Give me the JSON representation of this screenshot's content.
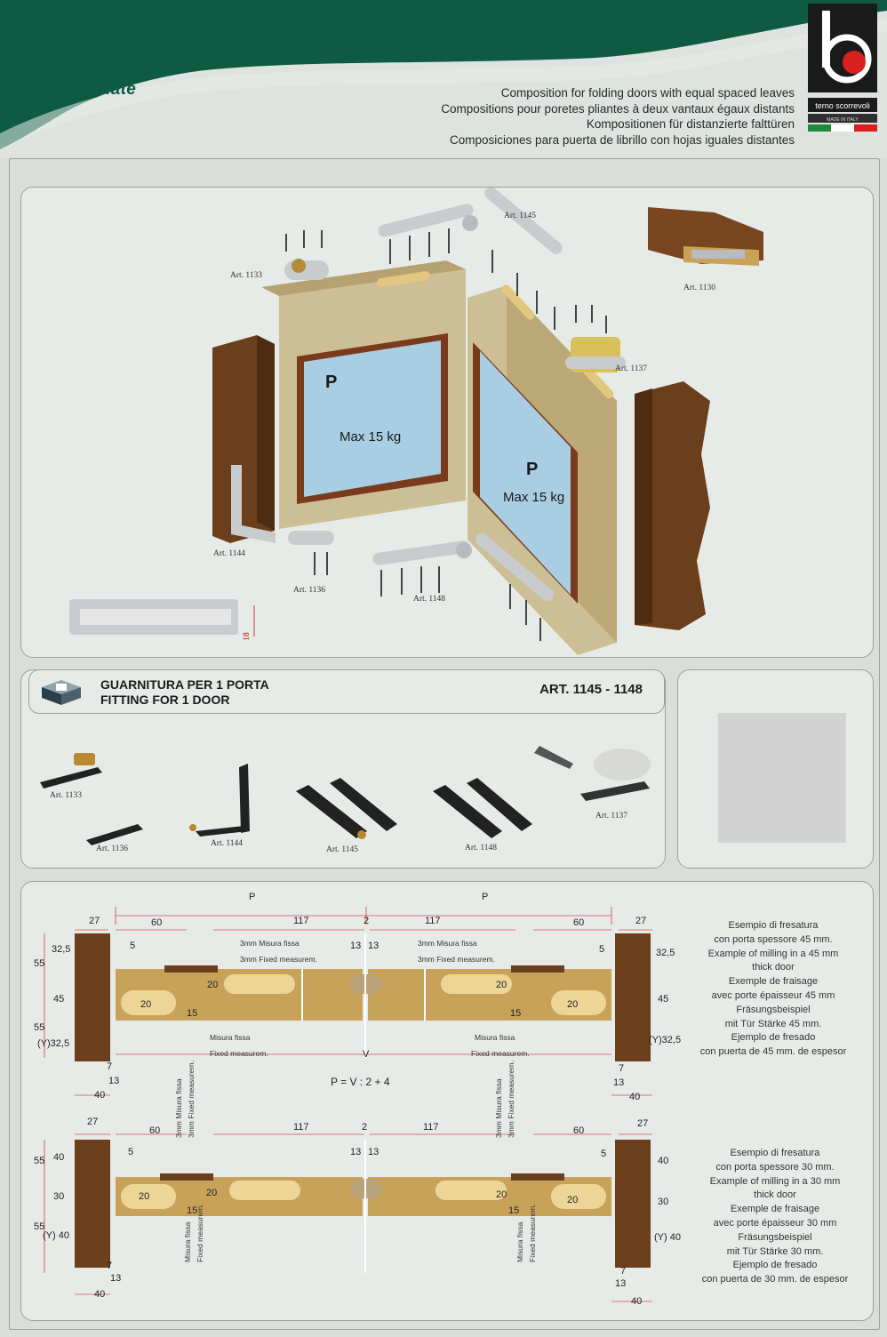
{
  "header": {
    "title_it": "Composizioni per porta\na libro con ante\npari distanziate",
    "subtitles": [
      "Composition for folding doors with equal spaced leaves",
      "Compositions pour poretes pliantes à deux vantaux égaux distants",
      "Kompositionen für distanzierte falttüren",
      "Composiciones para puerta de librillo con hojas iguales distantes"
    ],
    "brand": "terno scorrevoli",
    "made_in": "MADE IN ITALY"
  },
  "colors": {
    "green": "#0e5a43",
    "wood": "#6b3f1c",
    "wood_light": "#c9a25a",
    "panel": "#e7ebe8"
  },
  "exploded": {
    "art_labels": {
      "a1145": "Art. 1145",
      "a1133": "Art. 1133",
      "a1130": "Art. 1130",
      "a1137": "Art. 1137",
      "a1144": "Art. 1144",
      "a1136": "Art. 1136",
      "a1148": "Art. 1148"
    },
    "leaf_left": {
      "p": "P",
      "max": "Max 15 kg"
    },
    "leaf_right": {
      "p": "P",
      "max": "Max 15 kg"
    },
    "rail_dim": "18"
  },
  "fitting": {
    "title_it": "GUARNITURA PER 1 PORTA",
    "title_en": "FITTING FOR 1 DOOR",
    "art": "ART. 1145 - 1148",
    "items": {
      "a1133": "Art. 1133",
      "a1136": "Art. 1136",
      "a1144": "Art. 1144",
      "a1145": "Art. 1145",
      "a1148": "Art. 1148",
      "a1137": "Art. 1137"
    }
  },
  "diagram45": {
    "p_left": "P",
    "p_right": "P",
    "d27": "27",
    "d60": "60",
    "d117": "117",
    "d2": "2",
    "d5": "5",
    "d13": "13",
    "d20": "20",
    "d15": "15",
    "d7": "7",
    "d40": "40",
    "d55": "55",
    "d325": "32,5",
    "d45": "45",
    "dy325": "(Y)32,5",
    "misura": "3mm Misura fissa",
    "fixed": "3mm Fixed measurem.",
    "misura2": "Misura fissa",
    "fixed2": "Fixed measurem.",
    "v": "V",
    "formula": "P = V : 2 + 4",
    "note": [
      "Esempio di fresatura",
      "con porta spessore 45 mm.",
      "Example of milling in a 45 mm",
      "thick door",
      "Exemple de fraisage",
      "avec porte épaisseur 45 mm",
      "Fräsungsbeispiel",
      "mit Tür Stärke 45 mm.",
      "Ejemplo de fresado",
      "con puerta de 45 mm. de espesor"
    ]
  },
  "diagram30": {
    "d27": "27",
    "d60": "60",
    "d117": "117",
    "d2": "2",
    "d5": "5",
    "d13": "13",
    "d20": "20",
    "d15": "15",
    "d7": "7",
    "d40": "40",
    "d55": "55",
    "d30": "30",
    "dy40": "(Y) 40",
    "misura": "3mm Misura fissa",
    "fixed": "3mm Fixed measurem.",
    "misura2": "Misura fissa",
    "fixed2": "Fixed measurem.",
    "note": [
      "Esempio di fresatura",
      "con porta spessore 30 mm.",
      "Example of milling in a 30 mm",
      "thick door",
      "Exemple de fraisage",
      "avec porte épaisseur 30 mm",
      "Fräsungsbeispiel",
      "mit Tür Stärke 30 mm.",
      "Ejemplo de fresado",
      "con puerta de 30 mm. de espesor"
    ]
  }
}
